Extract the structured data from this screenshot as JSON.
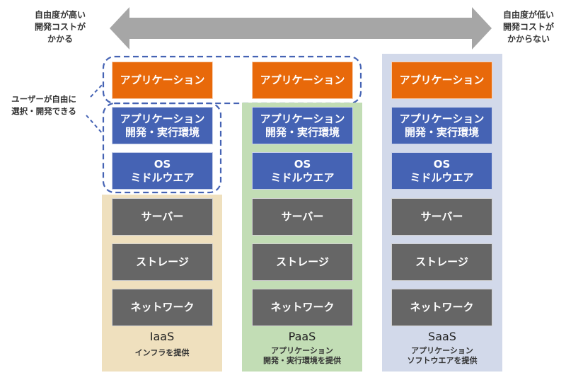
{
  "arrow": {
    "left_label": [
      "自由度が高い",
      "開発コストが",
      "かかる"
    ],
    "right_label": [
      "自由度が低い",
      "開発コストが",
      "かからない"
    ],
    "color": "#A6A6A6"
  },
  "callout": {
    "label": [
      "ユーザーが自由に",
      "選択・開発できる"
    ],
    "border_color": "#4563B4"
  },
  "layers": {
    "application": "アプリケーション",
    "runtime": [
      "アプリケーション",
      "開発・実行環境"
    ],
    "os": [
      "OS",
      "ミドルウエア"
    ],
    "server": "サーバー",
    "storage": "ストレージ",
    "network": "ネットワーク"
  },
  "colors": {
    "application": "#E8690A",
    "runtime_os": "#4563B4",
    "infrastructure": "#666666",
    "iaas_bg": "#EFE0BE",
    "paas_bg": "#C2DDB5",
    "saas_bg": "#D2D9EA"
  },
  "columns": [
    {
      "name": "IaaS",
      "description": [
        "インフラを提供"
      ]
    },
    {
      "name": "PaaS",
      "description": [
        "アプリケーション",
        "開発・実行環境を提供"
      ]
    },
    {
      "name": "SaaS",
      "description": [
        "アプリケーション",
        "ソフトウエアを提供"
      ]
    }
  ]
}
